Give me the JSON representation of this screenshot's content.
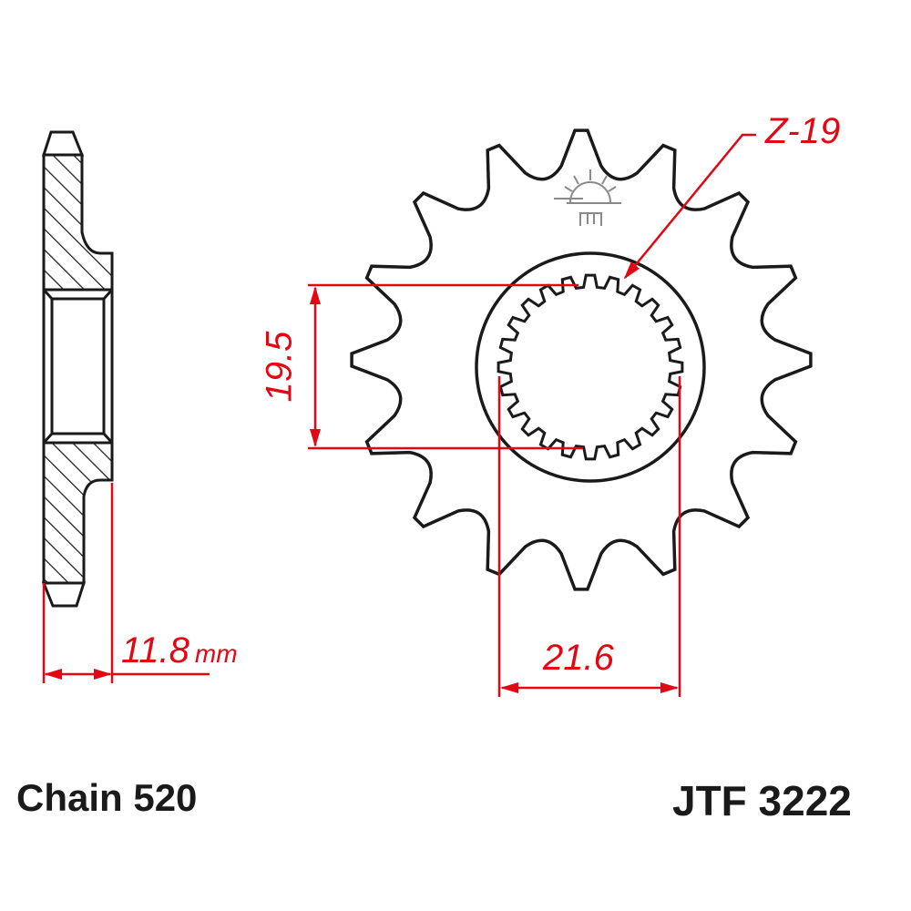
{
  "drawing": {
    "part_number": "JTF 3222",
    "chain": "Chain 520",
    "teeth_label": "Z-19",
    "dimensions": {
      "thickness": "11.8",
      "thickness_unit": "mm",
      "spline_inner": "19.5",
      "spline_outer": "21.6"
    },
    "sprocket": {
      "outer_teeth": 16,
      "spline_teeth": 24
    },
    "colors": {
      "dimension": "#e30613",
      "outline": "#1a1a1a",
      "logo": "#8a8a8a"
    },
    "logo_icon": "sun-logo-icon"
  }
}
